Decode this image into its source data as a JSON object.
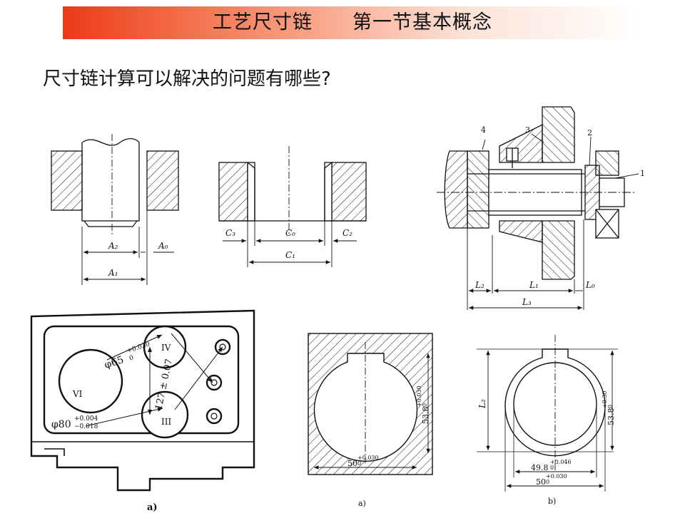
{
  "slide": {
    "title": "工艺尺寸链　　第一节基本概念",
    "question": "尺寸链计算可以解决的问题有哪些?"
  },
  "figure_shaft_hole": {
    "dim_a2": "A₂",
    "dim_a0": "A₀",
    "dim_a1": "A₁"
  },
  "figure_bore": {
    "dim_c3": "C₃",
    "dim_c0": "C₀",
    "dim_c2": "C₂",
    "dim_c1": "C₁"
  },
  "figure_assembly": {
    "part_4": "4",
    "part_3": "3",
    "part_2": "2",
    "part_1": "1",
    "dim_l2": "L₂",
    "dim_l1": "L₁",
    "dim_l0": "L₀",
    "dim_l3": "L₃"
  },
  "figure_housing": {
    "hole_4": "IV",
    "hole_6": "VI",
    "hole_3": "III",
    "dia_65": "φ65",
    "tol_65_upper": "+0.030",
    "tol_65_lower": "0",
    "dim_127": "127 ± 0.07",
    "dia_80": "φ80",
    "tol_80_upper": "+0.004",
    "tol_80_lower": "−0.018",
    "caption": "a)"
  },
  "figure_keyway_a": {
    "dim_h": "53.8",
    "tol_h_upper": "+0.030",
    "tol_h_lower": "0",
    "dim_d": "50",
    "tol_d_upper": "+0.030",
    "tol_d_lower": "0",
    "caption": "a)"
  },
  "figure_keyway_b": {
    "dim_l2": "L₂",
    "dim_h": "53.8",
    "tol_h_upper": "+0.30",
    "tol_h_lower": "0",
    "dim_inner": "49.8",
    "tol_inner_upper": "+0.046",
    "tol_inner_lower": "0",
    "dim_d": "50",
    "tol_d_upper": "+0.030",
    "tol_d_lower": "0",
    "caption": "b)"
  }
}
